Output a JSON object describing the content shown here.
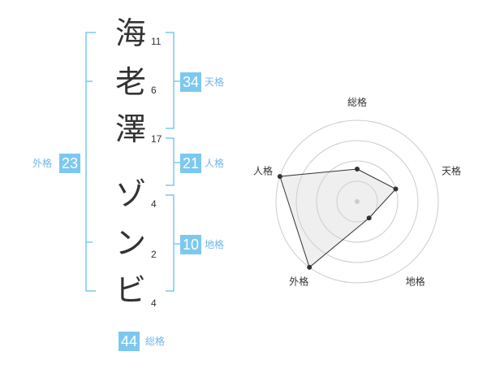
{
  "chars": [
    {
      "char": "海",
      "strokes": "11"
    },
    {
      "char": "老",
      "strokes": "6"
    },
    {
      "char": "澤",
      "strokes": "17"
    },
    {
      "char": "ゾ",
      "strokes": "4"
    },
    {
      "char": "ン",
      "strokes": "2"
    },
    {
      "char": "ビ",
      "strokes": "4"
    }
  ],
  "kaku": {
    "tenkaku": {
      "value": "34",
      "label": "天格"
    },
    "jinkaku": {
      "value": "21",
      "label": "人格"
    },
    "chikaku": {
      "value": "10",
      "label": "地格"
    },
    "gaikaku": {
      "value": "23",
      "label": "外格"
    },
    "soukaku": {
      "value": "44",
      "label": "総格"
    }
  },
  "colors": {
    "accent": "#7cc8f0",
    "bracket": "#7cc8f0",
    "label": "#6fb7e8",
    "text": "#333333"
  },
  "chart_data": {
    "type": "radar",
    "axes": [
      "総格",
      "天格",
      "地格",
      "外格",
      "人格"
    ],
    "values": [
      0.4,
      0.5,
      0.25,
      1.0,
      1.0
    ],
    "rings": 4
  }
}
